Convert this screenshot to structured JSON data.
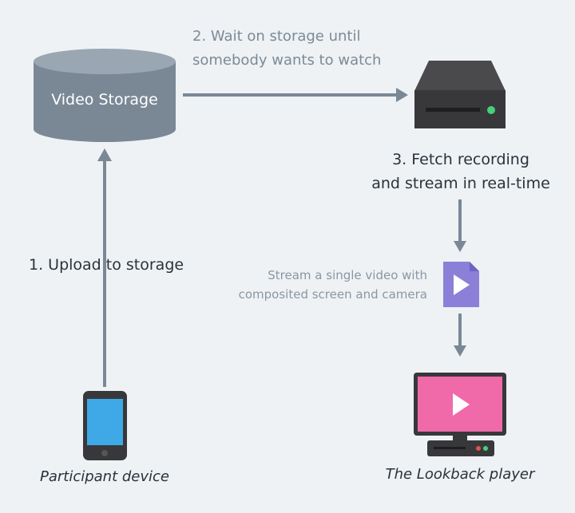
{
  "storage": {
    "label": "Video Storage",
    "colors": {
      "body": "#7a8896",
      "top": "#9aa7b3",
      "text": "#ffffff"
    }
  },
  "steps": {
    "upload": "1. Upload to storage",
    "wait_line1": "2. Wait on storage until",
    "wait_line2": "somebody wants to watch",
    "fetch_line1": "3. Fetch recording",
    "fetch_line2": "and stream in real-time"
  },
  "stream_note": {
    "line1": "Stream a single video with",
    "line2": "composited screen and camera"
  },
  "device": {
    "label": "Participant device",
    "icon": "phone-icon"
  },
  "player": {
    "label": "The Lookback player",
    "icon": "monitor-icon"
  },
  "server": {
    "icon": "server-icon"
  },
  "video_file": {
    "icon": "video-file-icon",
    "color": "#8b7fd8"
  },
  "colors": {
    "arrow": "#7a8896",
    "monitor_screen": "#f06aaa",
    "phone_screen": "#3ea9e6",
    "led_green": "#45d07a",
    "led_red": "#e05050"
  }
}
